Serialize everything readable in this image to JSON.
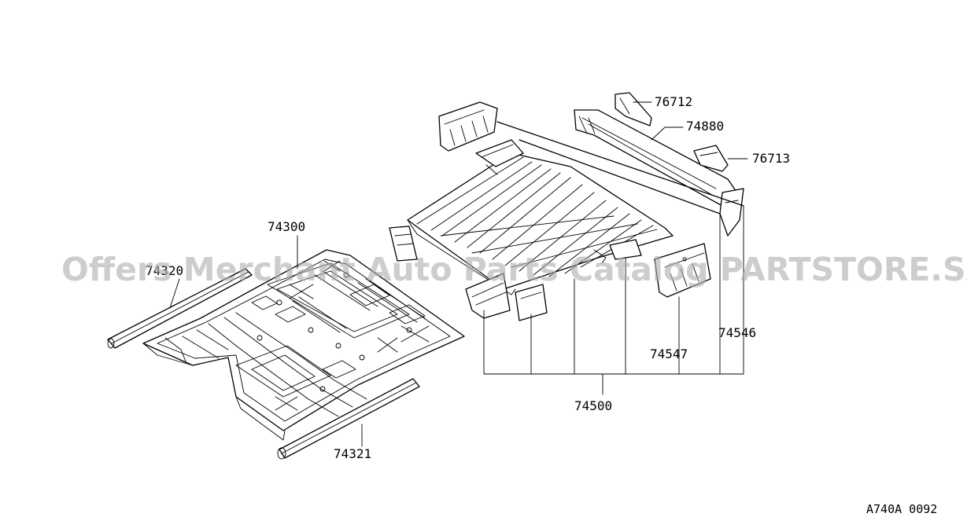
{
  "diagram": {
    "labels": [
      {
        "id": "74300",
        "text": "74300"
      },
      {
        "id": "74320",
        "text": "74320"
      },
      {
        "id": "74321",
        "text": "74321"
      },
      {
        "id": "74500",
        "text": "74500"
      },
      {
        "id": "74546",
        "text": "74546"
      },
      {
        "id": "74547",
        "text": "74547"
      },
      {
        "id": "74880",
        "text": "74880"
      },
      {
        "id": "76712",
        "text": "76712"
      },
      {
        "id": "76713",
        "text": "76713"
      }
    ],
    "drawing_code": "A740A 0092"
  },
  "watermark": "Offers Merchant Auto Parts Catalog PARTSTORE.SA",
  "colors": {
    "line": "#000000",
    "background": "#ffffff",
    "watermark": "#afafaf"
  }
}
